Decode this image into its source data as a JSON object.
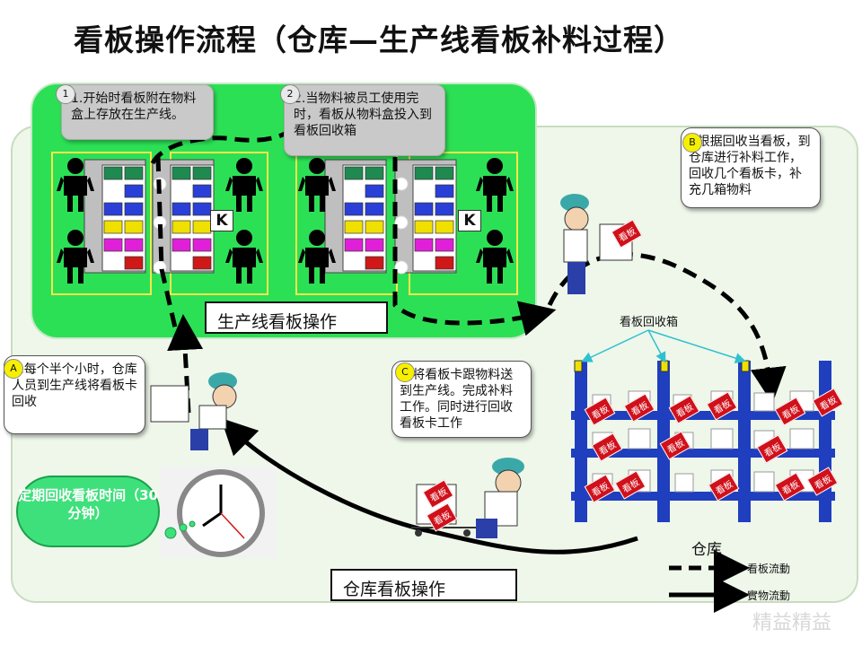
{
  "title": "看板操作流程（仓库—生产线看板补料过程）",
  "production_label": "生产线看板操作",
  "warehouse_label": "仓库看板操作",
  "kanban_box_label": "看板回收箱",
  "warehouse_title": "仓库",
  "card_letter": "K",
  "tag_text": "看板",
  "callouts": {
    "step1": {
      "num": "1",
      "text": "1.开始时看板附在物料盒上存放在生产线。"
    },
    "step2": {
      "num": "2",
      "text": "2.当物料被员工使用完时，看板从物料盒投入到看板回收箱"
    },
    "a": {
      "num": "A",
      "text": "A.每个半个小时，仓库人员到生产线将看板卡回收"
    },
    "b": {
      "num": "B",
      "text": "B根据回收当看板，到仓库进行补料工作，回收几个看板卡，补充几箱物料"
    },
    "c": {
      "num": "C",
      "text": "C.将看板卡跟物料送到生产线。完成补料工作。同时进行回收看板卡工作"
    }
  },
  "cloud_text": "定期回收看板时间（30分钟）",
  "legend": {
    "kanban_flow": "看板流動",
    "material_flow": "實物流動"
  },
  "watermark": "精益精益",
  "colors": {
    "production_bg": "#2ce055",
    "warehouse_bg": "#eef7ea",
    "rack_blue": "#1f3fbf",
    "tag_red": "#d0101a"
  }
}
